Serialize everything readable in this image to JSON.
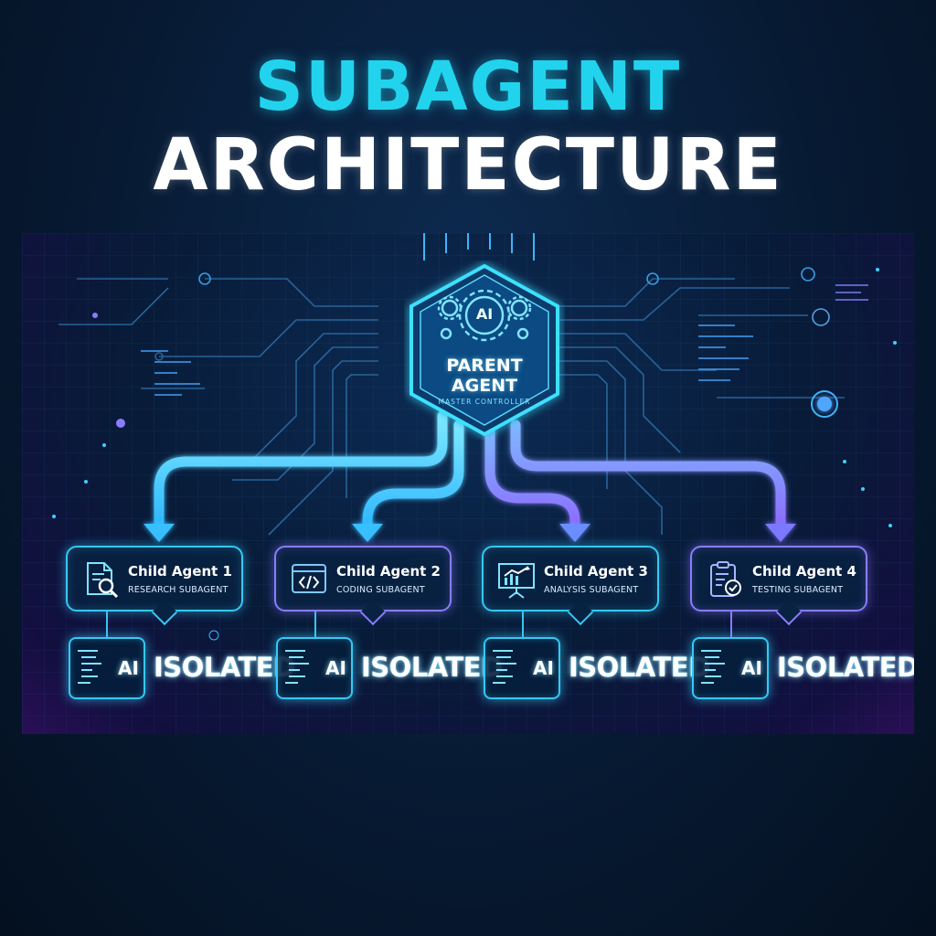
{
  "title": {
    "line1": "SUBAGENT",
    "line2": "ARCHITECTURE"
  },
  "parent": {
    "icon_text": "AI",
    "label_line1": "PARENT",
    "label_line2": "AGENT",
    "sublabel": "MASTER CONTROLLER"
  },
  "children": [
    {
      "title": "Child Agent 1",
      "subtitle": "RESEARCH SUBAGENT",
      "icon": "document-search-icon",
      "ai_label": "AI",
      "status": "ISOLATED"
    },
    {
      "title": "Child Agent 2",
      "subtitle": "CODING SUBAGENT",
      "icon": "code-window-icon",
      "ai_label": "AI",
      "status": "ISOLATED"
    },
    {
      "title": "Child Agent 3",
      "subtitle": "ANALYSIS SUBAGENT",
      "icon": "chart-presentation-icon",
      "ai_label": "AI",
      "status": "ISOLATED"
    },
    {
      "title": "Child Agent 4",
      "subtitle": "TESTING SUBAGENT",
      "icon": "clipboard-check-icon",
      "ai_label": "AI",
      "status": "ISOLATED"
    }
  ],
  "colors": {
    "title_accent": "#22d3ee",
    "title_main": "#ffffff",
    "glow_cyan": "#36c8f5",
    "glow_purple": "#8a7cff",
    "background": "#071a33"
  }
}
